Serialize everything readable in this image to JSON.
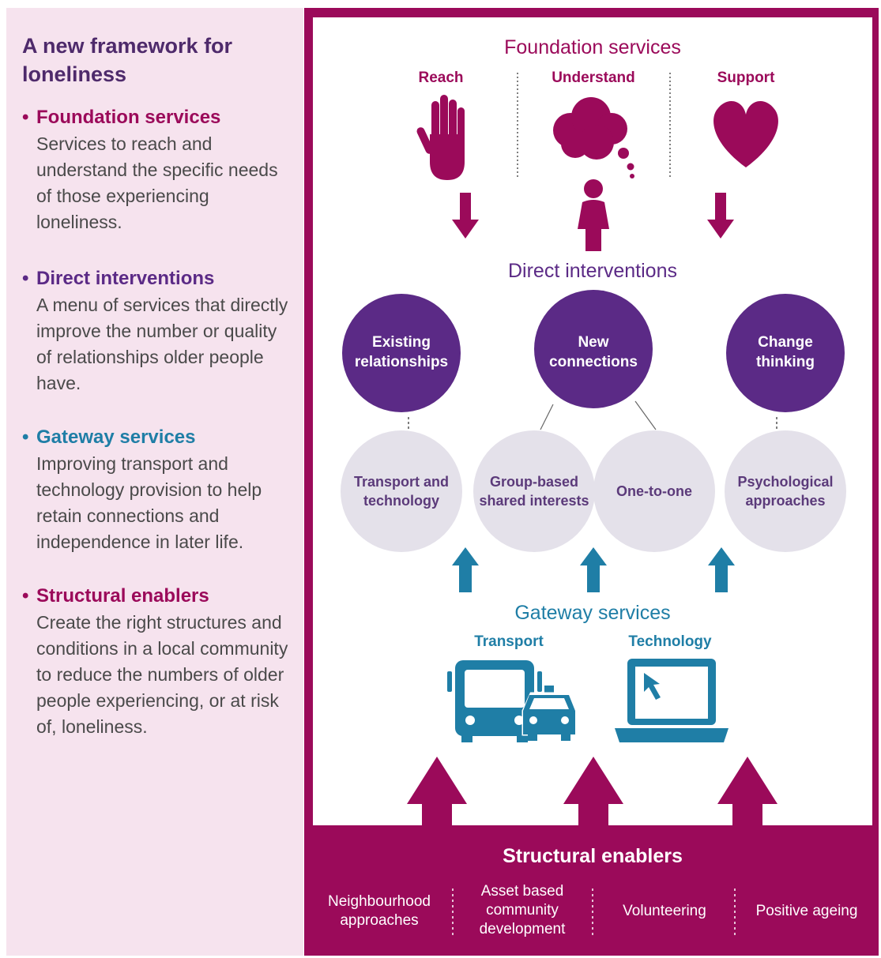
{
  "sidebar": {
    "title": "A new framework for loneliness",
    "sections": [
      {
        "heading": "Foundation services",
        "color": "#9b0a5a",
        "body": "Services to reach and understand the specific needs of those experiencing loneliness."
      },
      {
        "heading": "Direct interventions",
        "color": "#5b2a86",
        "body": "A menu of services that directly improve the number or quality of relationships older people have."
      },
      {
        "heading": "Gateway services",
        "color": "#1f7ea6",
        "body": "Improving transport and technology provision to help retain connections and independence in later life."
      },
      {
        "heading": "Structural enablers",
        "color": "#9b0a5a",
        "body": "Create the right structures and conditions in a local community to reduce the numbers of older people experiencing, or at risk of, loneliness."
      }
    ]
  },
  "foundation": {
    "title": "Foundation services",
    "items": [
      {
        "label": "Reach",
        "icon": "hand-icon"
      },
      {
        "label": "Understand",
        "icon": "thought-cloud-icon"
      },
      {
        "label": "Support",
        "icon": "heart-icon"
      }
    ]
  },
  "direct": {
    "title": "Direct interventions",
    "circles": [
      "Existing relationships",
      "New connections",
      "Change thinking"
    ],
    "subs": [
      "Transport and technology",
      "Group-based shared interests",
      "One-to-one",
      "Psychological approaches"
    ]
  },
  "gateway": {
    "title": "Gateway services",
    "items": [
      {
        "label": "Transport",
        "icon": "bus-taxi-icon"
      },
      {
        "label": "Technology",
        "icon": "laptop-icon"
      }
    ]
  },
  "enablers": {
    "title": "Structural enablers",
    "items": [
      "Neighbourhood approaches",
      "Asset based community development",
      "Volunteering",
      "Positive ageing"
    ]
  },
  "colors": {
    "magenta": "#9b0a5a",
    "purple": "#5b2a86",
    "blue": "#1f7ea6",
    "light_circle": "#e4e1ea",
    "sidebar_bg": "#f6e3ee"
  }
}
